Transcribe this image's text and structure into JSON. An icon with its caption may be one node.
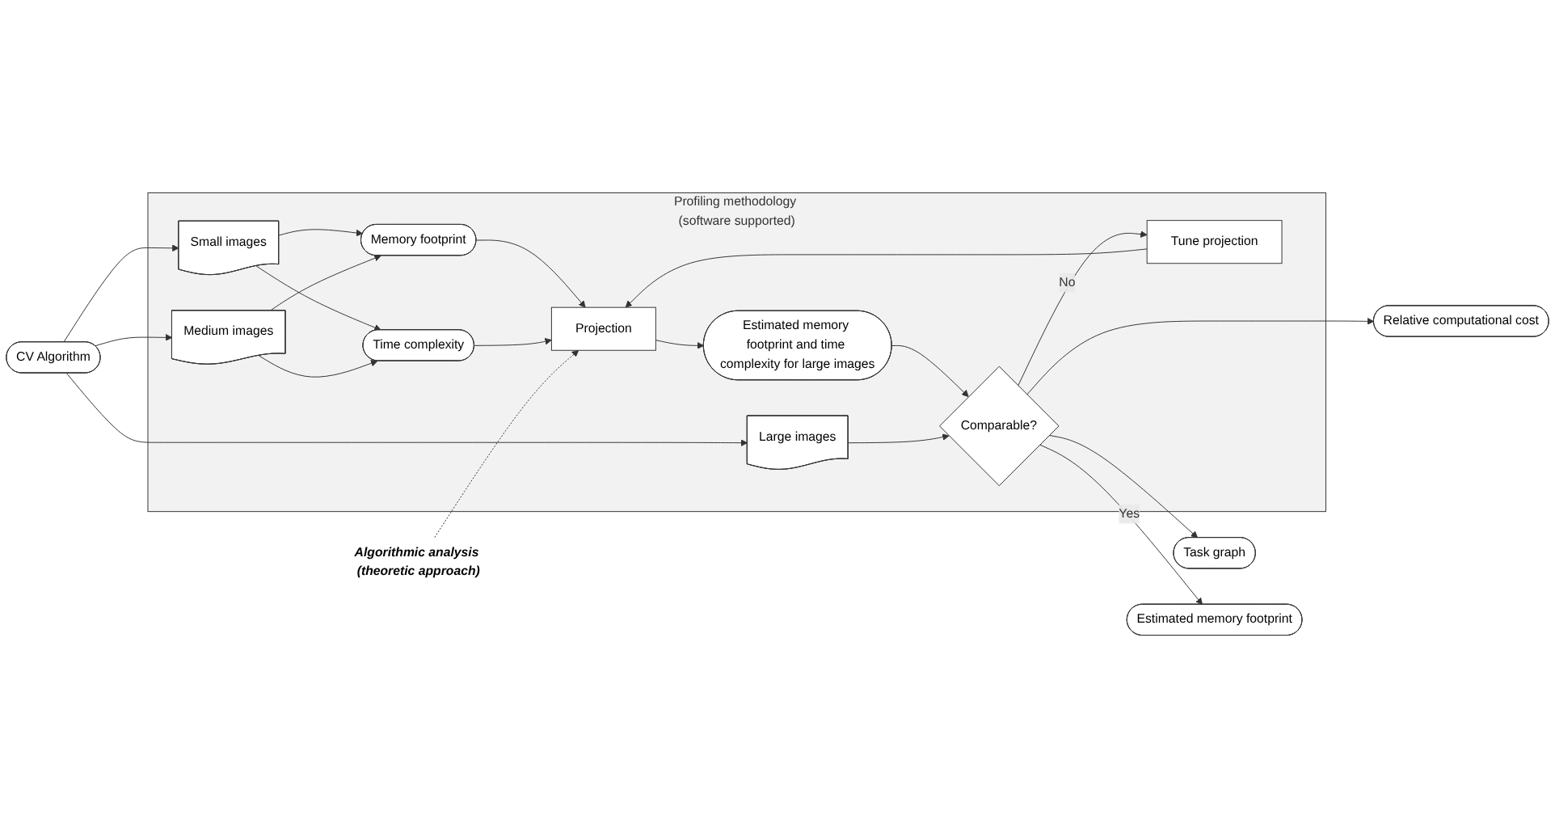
{
  "diagram": {
    "nodes": [
      {
        "text": [
          "Profiling methodology (software supported)"
        ]
      },
      {
        "text": [
          "CV Algorithm"
        ]
      },
      {
        "text": [
          "Small images"
        ],
        "in": 0
      },
      {
        "text": [
          "Medium images"
        ],
        "in": 0
      },
      {
        "text": [
          "Large images"
        ],
        "in": 0
      },
      {
        "text": [
          "Memory footprint"
        ],
        "in": 0
      },
      {
        "text": [
          "Time complexity"
        ],
        "in": 0
      },
      {
        "text": [
          "Projection"
        ],
        "in": 0
      },
      {
        "text": [
          "Estimated memory footprint and time complexity for large images"
        ],
        "in": 0
      },
      {
        "text": [
          "Tune projection"
        ],
        "in": 0
      },
      {
        "text": [
          "Comparable?"
        ],
        "in": 0
      },
      {
        "text": [
          "Algorithmic analysis (theoretic approach)"
        ]
      },
      {
        "text": [
          "Task graph"
        ]
      },
      {
        "text": [
          "Estimated memory footprint"
        ]
      },
      {
        "text": [
          "Relative computational cost"
        ]
      }
    ],
    "edges": [
      {
        "from": 1,
        "to": 2,
        "arrow": "to"
      },
      {
        "from": 1,
        "to": 3,
        "arrow": "to"
      },
      {
        "from": 1,
        "to": 4,
        "arrow": "to"
      },
      {
        "from": 2,
        "to": 5,
        "arrow": "to"
      },
      {
        "from": 2,
        "to": 6,
        "arrow": "to"
      },
      {
        "from": 3,
        "to": 5,
        "arrow": "to"
      },
      {
        "from": 3,
        "to": 6,
        "arrow": "to"
      },
      {
        "from": 5,
        "to": 7,
        "arrow": "to"
      },
      {
        "from": 6,
        "to": 7,
        "arrow": "to"
      },
      {
        "from": 11,
        "to": 7,
        "arrow": "to",
        "style": "dashed"
      },
      {
        "from": 7,
        "to": 8,
        "arrow": "to"
      },
      {
        "from": 8,
        "to": 10,
        "arrow": "to"
      },
      {
        "from": 4,
        "to": 10,
        "arrow": "to"
      },
      {
        "from": 10,
        "to": 9,
        "arrow": "to",
        "label": "No"
      },
      {
        "from": 9,
        "to": 7,
        "arrow": "to"
      },
      {
        "from": 10,
        "to": 12,
        "arrow": "to"
      },
      {
        "from": 10,
        "to": 13,
        "arrow": "to",
        "label": "Yes"
      },
      {
        "from": 10,
        "to": 14,
        "arrow": "to"
      }
    ]
  }
}
